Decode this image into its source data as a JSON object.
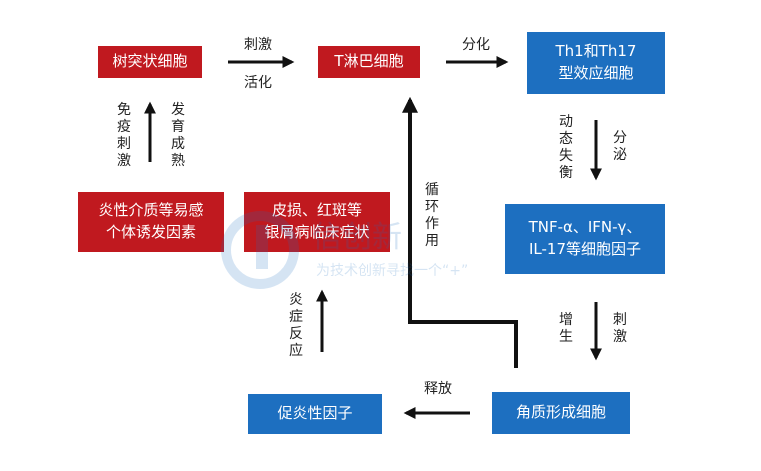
{
  "nodes": {
    "dendritic": "树突状细胞",
    "tcell": "T淋巴细胞",
    "th": "Th1和Th17\n型效应细胞",
    "susceptible": "炎性介质等易感\n个体诱发因素",
    "lesions": "皮损、红斑等\n银屑病临床症状",
    "cytokines": "TNF-α、IFN-γ、\nIL-17等细胞因子",
    "proinflammatory": "促炎性因子",
    "keratinocyte": "角质形成细胞"
  },
  "labels": {
    "stimulate_top": "刺激",
    "activate": "活化",
    "differentiate": "分化",
    "immune_stimulus": "免疫刺激",
    "develop_mature": "发育成熟",
    "dynamic_imbalance": "动态失衡",
    "secrete": "分泌",
    "circulation": "循环作用",
    "inflammatory_response": "炎症反应",
    "proliferate": "增生",
    "stimulate_right": "刺激",
    "release": "释放"
  },
  "watermark": {
    "text": "信创新",
    "subtext": "为技术创新寻找一个“+”"
  },
  "colors": {
    "red": "#c0191f",
    "blue": "#1d6fc0",
    "arrow": "#111111"
  }
}
